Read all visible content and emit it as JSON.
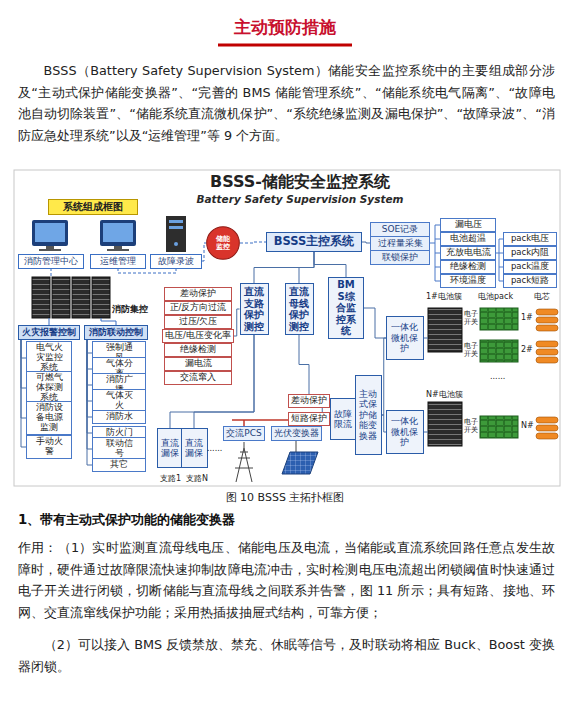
{
  "diagram": {
    "title": "主动预防措施",
    "caption": "图 10 BSSS 主拓扑框图",
    "nodes": [
      {
        "text": [
          "系统组成框图"
        ]
      },
      {
        "text": [
          "消防管理中心"
        ]
      },
      {
        "text": [
          "运维管理"
        ]
      },
      {
        "text": [
          "故障录波"
        ]
      },
      {
        "text": [
          "储能监控"
        ]
      },
      {
        "text": [
          "BSSS主控系统"
        ]
      },
      {
        "text": [
          "SOE记录"
        ]
      },
      {
        "text": [
          "过程量采集"
        ]
      },
      {
        "text": [
          "联锁保护"
        ]
      },
      {
        "text": [
          "漏电压"
        ]
      },
      {
        "text": [
          "电池超温"
        ]
      },
      {
        "text": [
          "充放电电流"
        ]
      },
      {
        "text": [
          "绝缘检测"
        ]
      },
      {
        "text": [
          "环境温度"
        ]
      },
      {
        "text": [
          "pack电压"
        ]
      },
      {
        "text": [
          "pack内阻"
        ]
      },
      {
        "text": [
          "pack温度"
        ]
      },
      {
        "text": [
          "pack短路"
        ]
      },
      {
        "text": [
          "差动保护"
        ]
      },
      {
        "text": [
          "正/反方向过流"
        ]
      },
      {
        "text": [
          "过压/欠压"
        ]
      },
      {
        "text": [
          "电压/电压变化率"
        ]
      },
      {
        "text": [
          "绝缘检测"
        ]
      },
      {
        "text": [
          "漏电流"
        ]
      },
      {
        "text": [
          "交流窜入"
        ]
      },
      {
        "text": [
          "直流支路保护测控"
        ]
      },
      {
        "text": [
          "直流母线保护测控"
        ]
      },
      {
        "text": [
          "BMS综合监控系统"
        ]
      },
      {
        "text": [
          "火灾报警控制"
        ]
      },
      {
        "text": [
          "消防联动控制"
        ]
      },
      {
        "text": [
          "电气火灾监控系统"
        ]
      },
      {
        "text": [
          "可燃气体探测系统"
        ]
      },
      {
        "text": [
          "消防设备电源监测"
        ]
      },
      {
        "text": [
          "手动火警"
        ]
      },
      {
        "text": [
          "强制通风"
        ]
      },
      {
        "text": [
          "气体分离"
        ]
      },
      {
        "text": [
          "消防广播"
        ]
      },
      {
        "text": [
          "气体灭火"
        ]
      },
      {
        "text": [
          "消防水"
        ]
      },
      {
        "text": [
          "防火门"
        ]
      },
      {
        "text": [
          "联动信号"
        ]
      },
      {
        "text": [
          "其它"
        ]
      },
      {
        "text": [
          "一体化微机保护"
        ]
      },
      {
        "text": [
          "故障限流"
        ]
      },
      {
        "text": [
          "差动保护"
        ]
      },
      {
        "text": [
          "短路保护"
        ]
      },
      {
        "text": [
          "主动式保护储能变换器"
        ]
      },
      {
        "text": [
          "一体化微机保护"
        ]
      },
      {
        "text": [
          "直流漏保"
        ]
      },
      {
        "text": [
          "直流漏保"
        ]
      },
      {
        "text": [
          "交流PCS"
        ]
      },
      {
        "text": [
          "光伏变换器"
        ]
      }
    ],
    "edges": [
      {
        "from": 3,
        "to": 4,
        "arrow": "none"
      },
      {
        "from": 4,
        "to": 5,
        "arrow": "none"
      },
      {
        "from": 5,
        "to": 7,
        "arrow": "none"
      },
      {
        "from": 5,
        "to": 25,
        "arrow": "none"
      },
      {
        "from": 5,
        "to": 26,
        "arrow": "none"
      },
      {
        "from": 5,
        "to": 27,
        "arrow": "none"
      },
      {
        "from": 21,
        "to": 25,
        "arrow": "none"
      },
      {
        "from": 26,
        "to": 44,
        "arrow": "none"
      },
      {
        "from": 44,
        "to": 43,
        "arrow": "none"
      },
      {
        "from": 45,
        "to": 43,
        "arrow": "none"
      },
      {
        "from": 43,
        "to": 46,
        "arrow": "none"
      },
      {
        "from": 46,
        "to": 42,
        "arrow": "none"
      },
      {
        "from": 46,
        "to": 47,
        "arrow": "none"
      },
      {
        "from": 27,
        "to": 42,
        "arrow": "none"
      },
      {
        "from": 28,
        "to": 30,
        "arrow": "none"
      },
      {
        "from": 28,
        "to": 31,
        "arrow": "none"
      },
      {
        "from": 28,
        "to": 32,
        "arrow": "none"
      },
      {
        "from": 28,
        "to": 33,
        "arrow": "none"
      },
      {
        "from": 29,
        "to": 34,
        "arrow": "none"
      },
      {
        "from": 29,
        "to": 35,
        "arrow": "none"
      },
      {
        "from": 29,
        "to": 36,
        "arrow": "none"
      },
      {
        "from": 29,
        "to": 37,
        "arrow": "none"
      },
      {
        "from": 29,
        "to": 38,
        "arrow": "none"
      },
      {
        "from": 29,
        "to": 39,
        "arrow": "none"
      },
      {
        "from": 29,
        "to": 40,
        "arrow": "none"
      },
      {
        "from": 29,
        "to": 41,
        "arrow": "none"
      },
      {
        "from": 25,
        "to": 48,
        "arrow": "none"
      },
      {
        "from": 25,
        "to": 49,
        "arrow": "none"
      }
    ],
    "labels": [
      "BSSS-储能安全监控系统",
      "Battery Safety Supervision System",
      "消防集控",
      "1#电池簇",
      "电池pack",
      "电芯",
      "电子开关",
      "电子开关",
      "电子开关",
      "1#",
      "2#",
      "N#",
      "......",
      "N#电池簇",
      "......",
      "支路1",
      "支路N",
      "BSSS（Battery Safety Supervision System）储能安全监控系统中的主要组成部分涉及“主动式保护储能变换器”、“完善的 BMS 储能管理系统”、“储能系统电气隔离”、“故障电池自动切除装置”、“储能系统直流微机保护”、“系统绝缘监测及漏电保护”、“故障录波”、“消防应急处理系统”以及“运维管理”等 9 个方面。",
      "1、带有主动式保护功能的储能变换器",
      "作用：（1）实时监测直流母线电压、储能电压及电流，当储能或直流系统回路任意点发生故障时，硬件通过故障限流快速抑制故障电流冲击，实时检测电压电流超出闭锁阈值时快速通过电子开关进行闭锁，切断储能与直流母线之间联系并告警，图 11 所示；具有短路、接地、环网、交直流窜线保护功能；采用热插拔抽屉式结构，可靠方便；",
      "（2）可以接入 BMS 反馈禁放、禁充、休眠等信号，及时联动将相应 Buck、Boost 变换器闭锁。"
    ]
  }
}
